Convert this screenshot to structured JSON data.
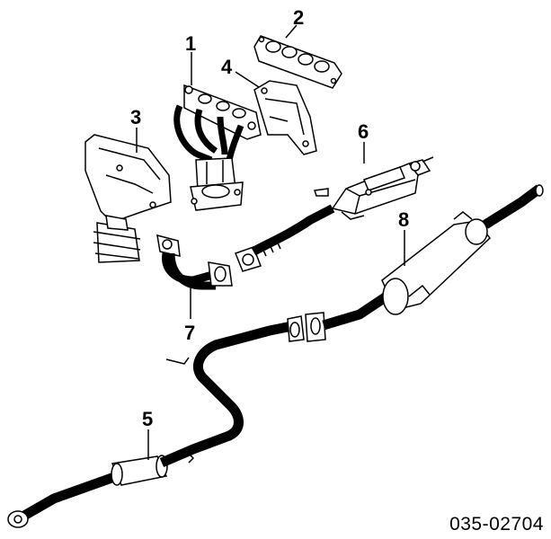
{
  "diagram": {
    "callouts": [
      {
        "id": "1",
        "part": "exhaust-manifold"
      },
      {
        "id": "2",
        "part": "manifold-gasket"
      },
      {
        "id": "3",
        "part": "rear-manifold-heat-shield"
      },
      {
        "id": "4",
        "part": "manifold-heat-shield"
      },
      {
        "id": "5",
        "part": "center-pipe-resonator"
      },
      {
        "id": "6",
        "part": "catalytic-converter"
      },
      {
        "id": "7",
        "part": "front-pipe"
      },
      {
        "id": "8",
        "part": "main-muffler"
      }
    ],
    "code": "035-02704"
  }
}
